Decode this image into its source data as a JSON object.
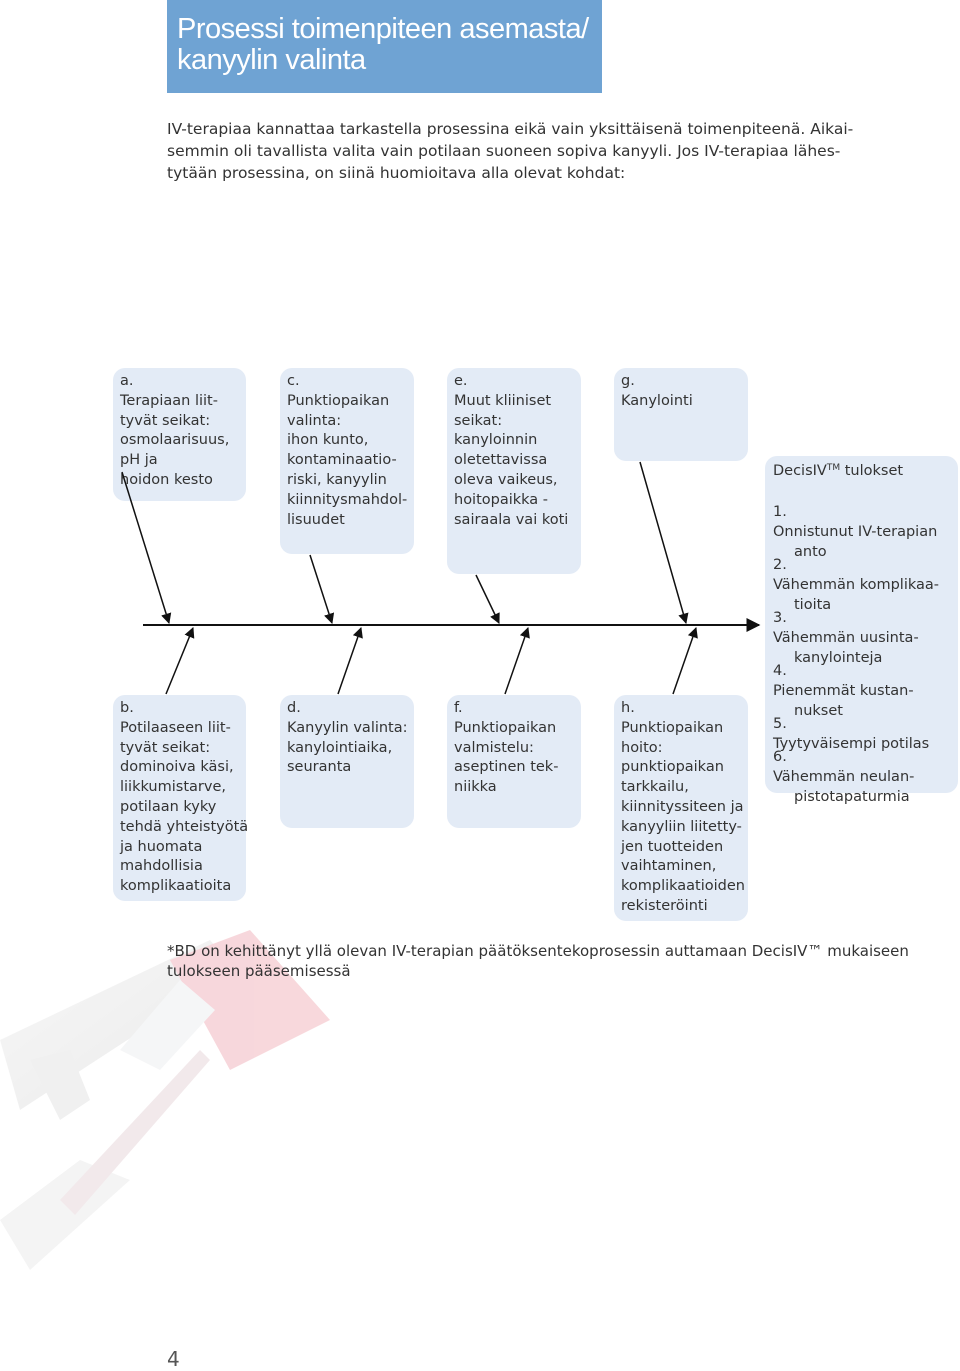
{
  "header": {
    "title_lines": [
      "Prosessi toimenpiteen asemasta/",
      "kanyylin valinta"
    ]
  },
  "intro_lines": [
    "IV-terapiaa kannattaa tarkastella prosessina eikä vain yksittäisenä toimenpiteenä. Aikai-",
    "semmin oli tavallista valita vain potilaan suoneen sopiva kanyyli. Jos IV-terapiaa lähes-",
    "tytään prosessina, on siinä huomioitava alla olevat kohdat:"
  ],
  "factors_top": [
    {
      "letter": "a.",
      "lines": [
        "Terapiaan liit-",
        "tyvät seikat:",
        "osmolaarisuus,",
        "pH ja",
        "hoidon kesto"
      ]
    },
    {
      "letter": "c.",
      "lines": [
        "Punktiopaikan",
        "valinta:",
        "ihon kunto,",
        "kontaminaatio-",
        "riski, kanyylin",
        "kiinnitysmahdol-",
        "lisuudet"
      ]
    },
    {
      "letter": "e.",
      "lines": [
        "Muut kliiniset",
        "seikat:",
        "kanyloinnin",
        "oletettavissa",
        "oleva vaikeus,",
        "hoitopaikka -",
        "sairaala vai koti"
      ]
    },
    {
      "letter": "g.",
      "lines": [
        "Kanylointi"
      ]
    }
  ],
  "factors_bottom": [
    {
      "letter": "b.",
      "lines": [
        "Potilaaseen liit-",
        "tyvät seikat:",
        "dominoiva käsi,",
        "liikkumistarve,",
        "potilaan kyky",
        "tehdä yhteistyötä",
        "ja huomata",
        "mahdollisia",
        "komplikaatioita"
      ]
    },
    {
      "letter": "d.",
      "lines": [
        "Kanyylin valinta:",
        "kanylointiaika,",
        "seuranta"
      ]
    },
    {
      "letter": "f.",
      "lines": [
        "Punktiopaikan",
        "valmistelu:",
        "aseptinen tek-",
        "niikka"
      ]
    },
    {
      "letter": "h.",
      "lines": [
        "Punktiopaikan",
        "hoito:",
        "punktiopaikan",
        "tarkkailu,",
        "kiinnityssiteen ja",
        "kanyyliin liitetty-",
        "jen tuotteiden",
        "vaihtaminen,",
        "komplikaatioiden",
        "rekisteröinti"
      ]
    }
  ],
  "results": {
    "title": "DecisIV",
    "title_tm": "TM",
    "title_suffix": " tulokset",
    "items": [
      {
        "num": "1.",
        "lines": [
          "Onnistunut IV-terapian",
          "anto"
        ]
      },
      {
        "num": "2.",
        "lines": [
          "Vähemmän komplikaa-",
          "tioita"
        ]
      },
      {
        "num": "3.",
        "lines": [
          "Vähemmän uusinta-",
          "kanylointeja"
        ]
      },
      {
        "num": "4.",
        "lines": [
          "Pienemmät kustan-",
          "nukset"
        ]
      },
      {
        "num": "5.",
        "lines": [
          "Tyytyväisempi potilas"
        ]
      },
      {
        "num": "6.",
        "lines": [
          "Vähemmän neulan-",
          "pistotapaturmia"
        ]
      }
    ]
  },
  "footnote_lines": [
    "*BD on kehittänyt yllä olevan IV-terapian päätöksentekoprosessin auttamaan  DecisIV™ mukaiseen",
    "tulokseen pääsemisessä"
  ],
  "page_number": "4",
  "colors": {
    "title_bg": "#6fa3d3",
    "box_bg": "#e3ebf6",
    "arrow": "#111111"
  }
}
